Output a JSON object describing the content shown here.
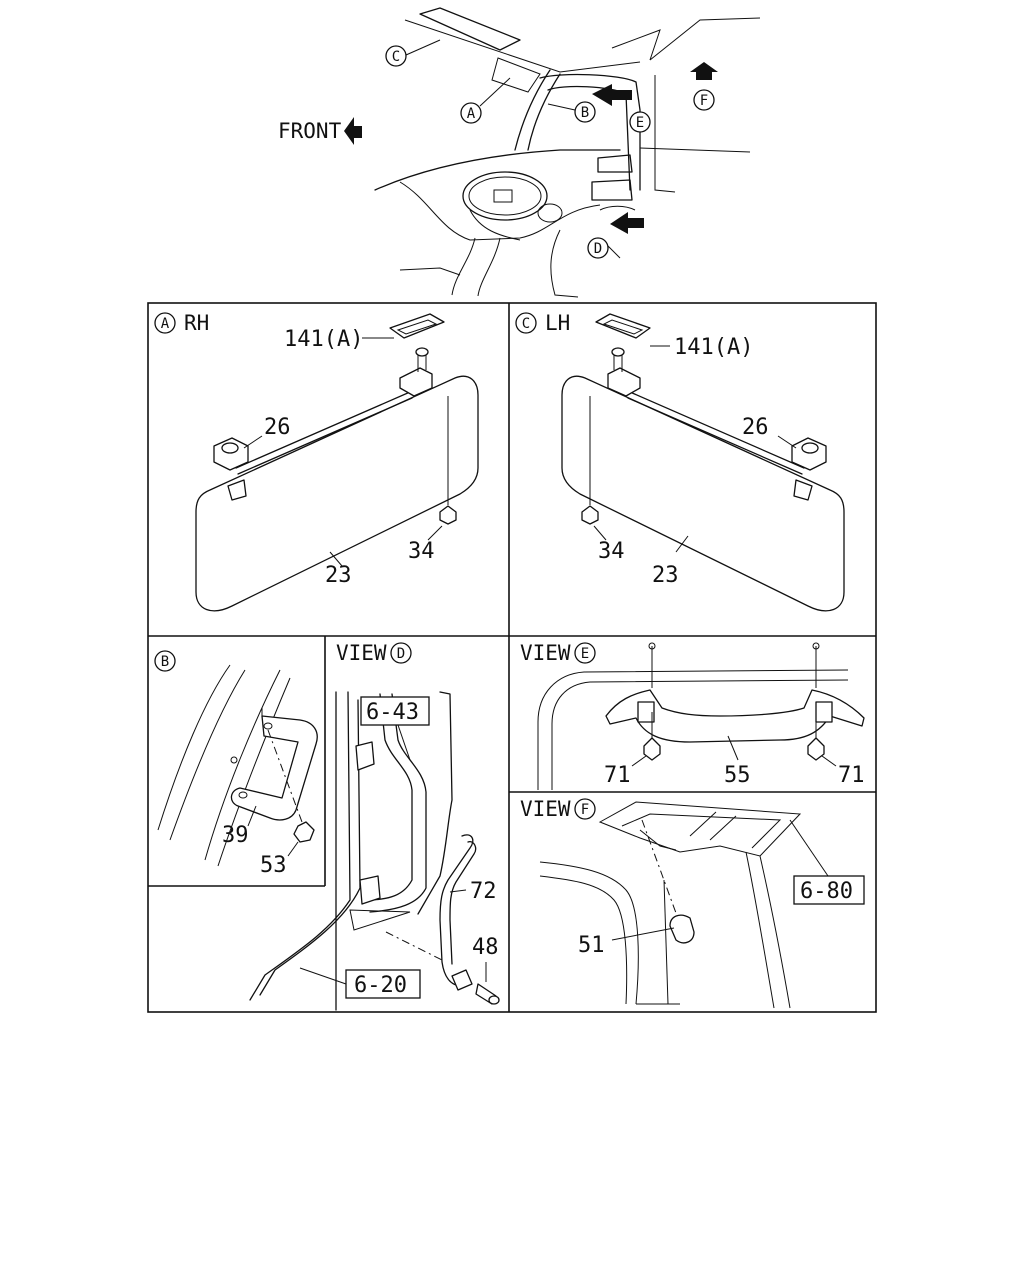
{
  "overview": {
    "front_label": "FRONT",
    "callouts": [
      "C",
      "A",
      "B",
      "E",
      "F",
      "D"
    ]
  },
  "panel_a": {
    "letter": "A",
    "side": "RH",
    "parts": [
      "141(A)",
      "26",
      "34",
      "23"
    ]
  },
  "panel_c": {
    "letter": "C",
    "side": "LH",
    "parts": [
      "141(A)",
      "26",
      "34",
      "23"
    ]
  },
  "panel_b": {
    "letter": "B",
    "parts": [
      "39",
      "53"
    ]
  },
  "panel_d": {
    "view_label": "VIEW",
    "letter": "D",
    "refs": [
      "6-43",
      "6-20"
    ],
    "parts": [
      "72",
      "48"
    ]
  },
  "panel_e": {
    "view_label": "VIEW",
    "letter": "E",
    "parts": [
      "71",
      "55",
      "71"
    ]
  },
  "panel_f": {
    "view_label": "VIEW",
    "letter": "F",
    "refs": [
      "6-80"
    ],
    "parts": [
      "51"
    ]
  }
}
